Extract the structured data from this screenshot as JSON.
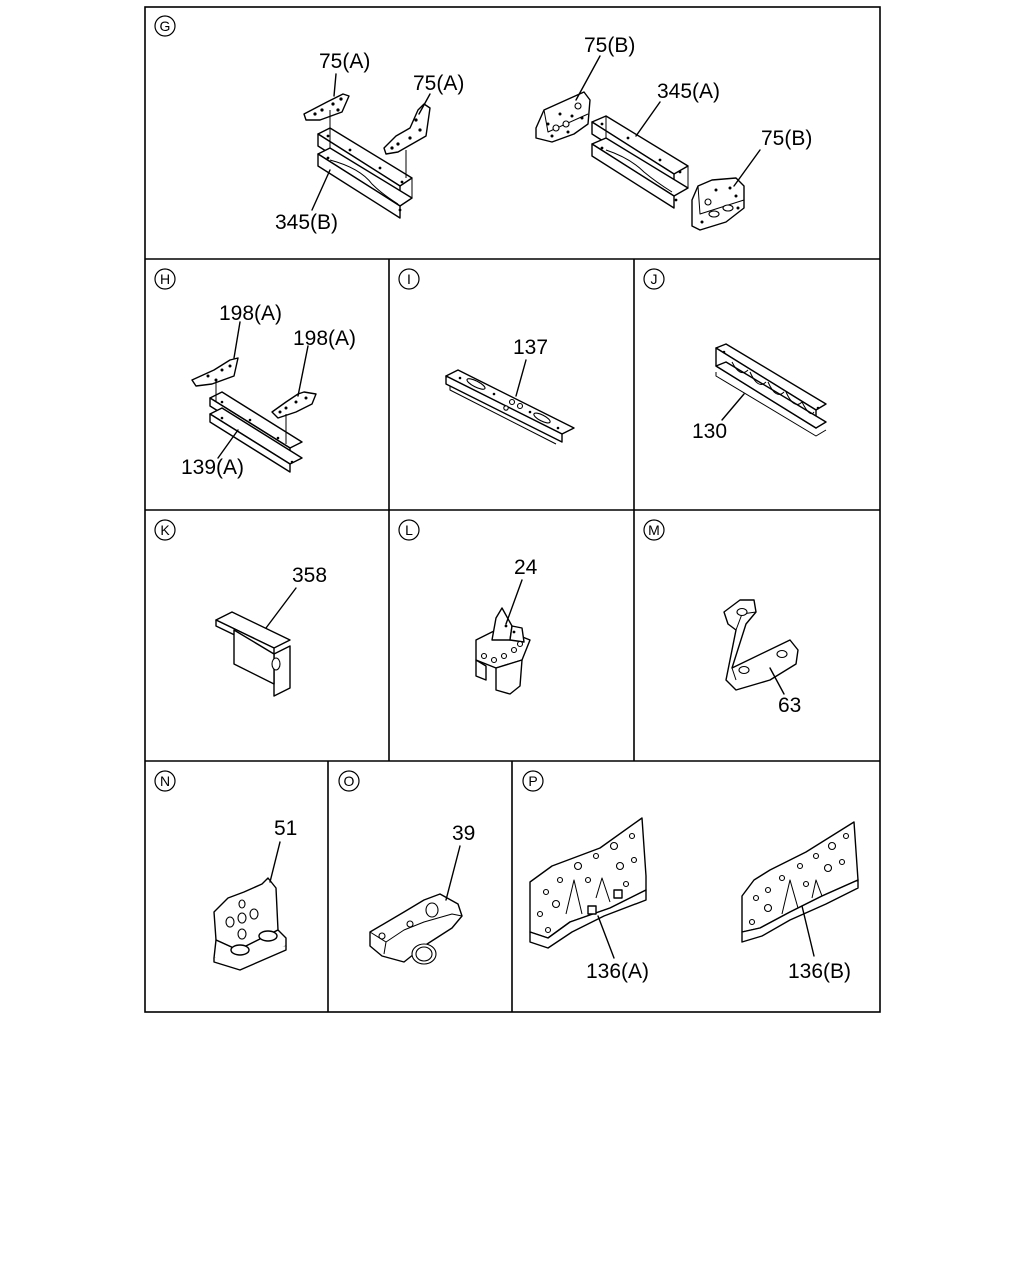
{
  "sections": {
    "G": {
      "letter": "G",
      "labels": [
        "75(A)",
        "75(A)",
        "345(B)",
        "75(B)",
        "345(A)",
        "75(B)"
      ]
    },
    "H": {
      "letter": "H",
      "labels": [
        "198(A)",
        "198(A)",
        "139(A)"
      ]
    },
    "I": {
      "letter": "I",
      "labels": [
        "137"
      ]
    },
    "J": {
      "letter": "J",
      "labels": [
        "130"
      ]
    },
    "K": {
      "letter": "K",
      "labels": [
        "358"
      ]
    },
    "L": {
      "letter": "L",
      "labels": [
        "24"
      ]
    },
    "M": {
      "letter": "M",
      "labels": [
        "63"
      ]
    },
    "N": {
      "letter": "N",
      "labels": [
        "51"
      ]
    },
    "O": {
      "letter": "O",
      "labels": [
        "39"
      ]
    },
    "P": {
      "letter": "P",
      "labels": [
        "136(A)",
        "136(B)"
      ]
    }
  }
}
